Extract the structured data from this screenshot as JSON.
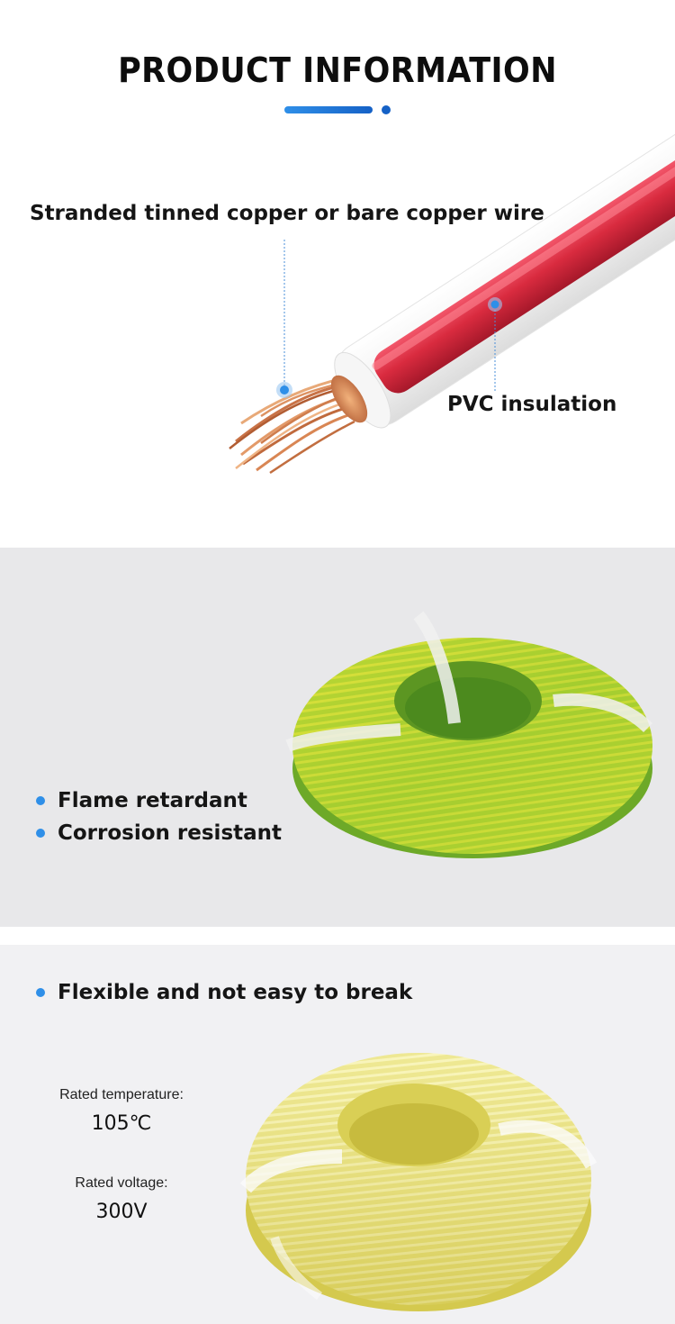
{
  "header": {
    "title": "PRODUCT INFORMATION",
    "accent_color": "#1561c6"
  },
  "wire_diagram": {
    "conductor_label": "Stranded tinned copper or bare copper wire",
    "insulation_label": "PVC insulation",
    "insulation_color": "#d92b3f",
    "conductor_color": "#d98654"
  },
  "features": {
    "items": [
      "Flame retardant",
      "Corrosion resistant"
    ],
    "coil_colors": [
      "#9fcb2e",
      "#e2e33c"
    ]
  },
  "flexibility": {
    "headline": "Flexible and not easy to break",
    "coil_color": "#ebe47a"
  },
  "specs": {
    "temperature_label": "Rated temperature:",
    "temperature_value": "105℃",
    "voltage_label": "Rated voltage:",
    "voltage_value": "300V"
  },
  "icons": {
    "bullet": "blue-dot-icon",
    "pointer": "callout-dot-icon"
  }
}
